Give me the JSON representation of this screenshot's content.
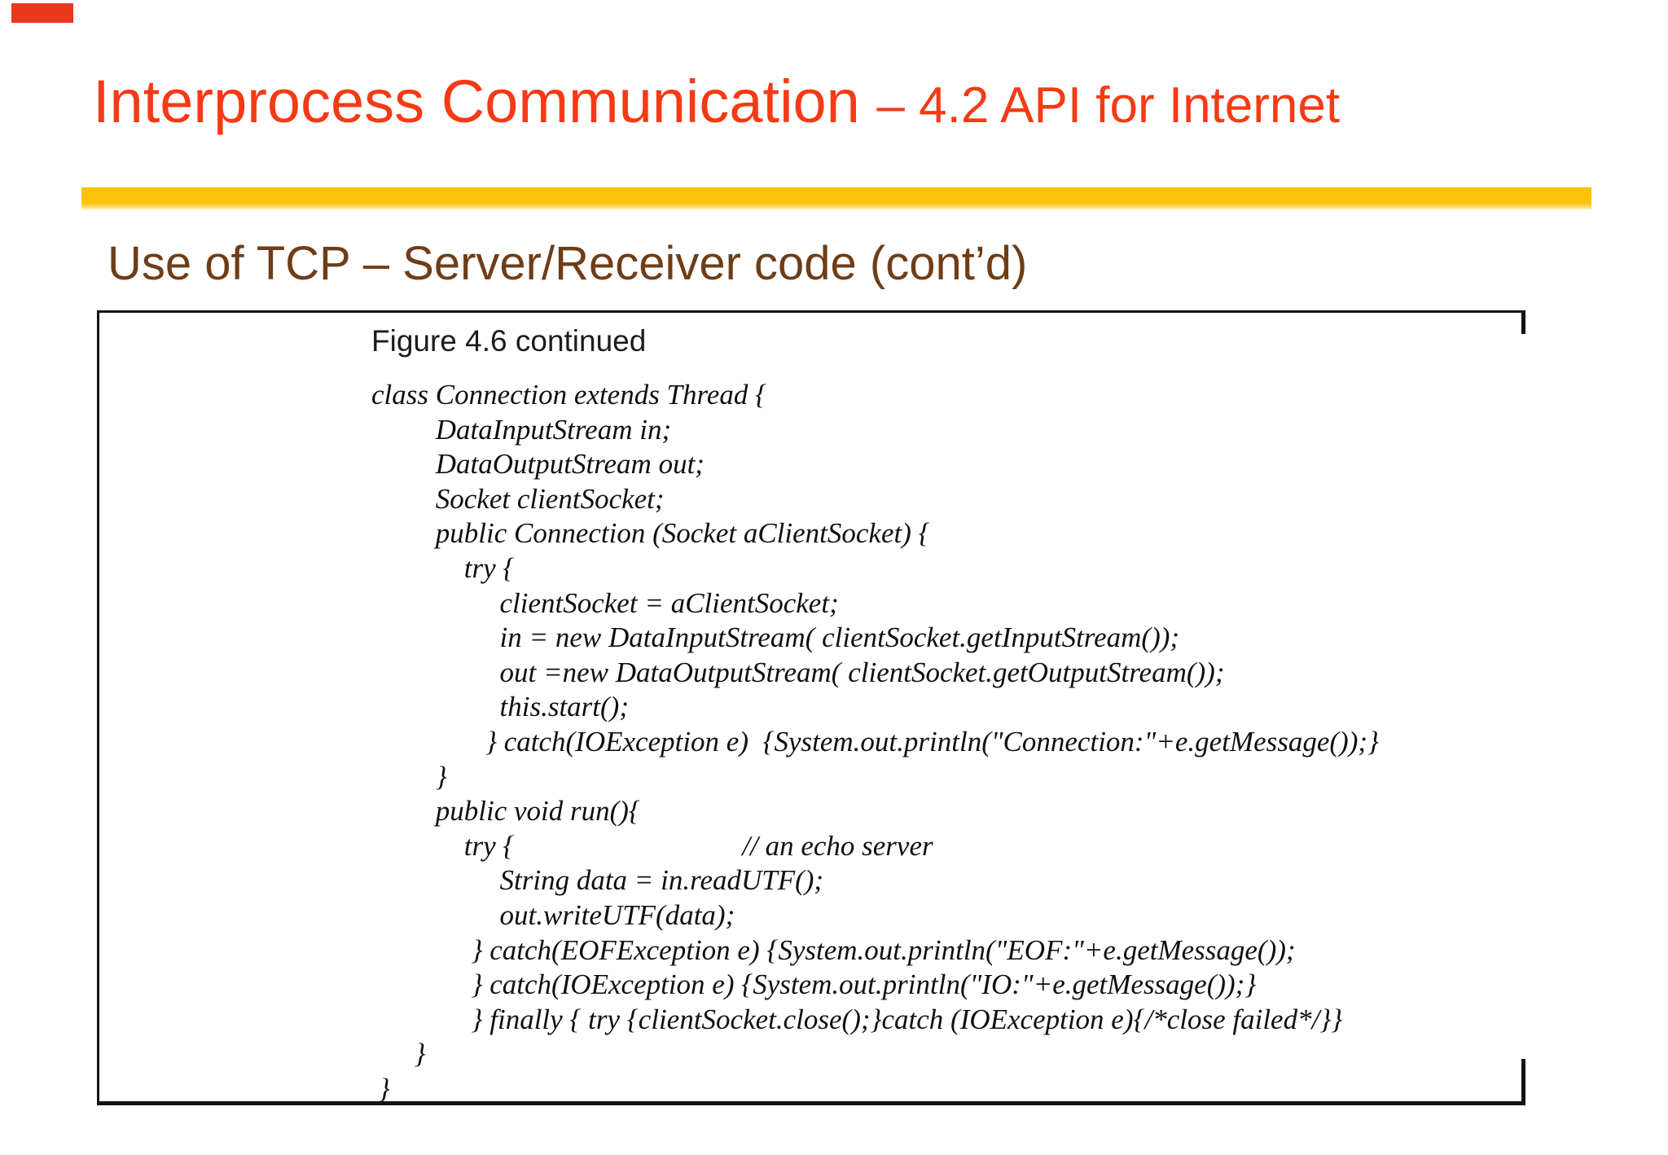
{
  "slide": {
    "title_main": "Interprocess Communication ",
    "title_suffix": "– 4.2 API for Internet",
    "subtitle": "Use of TCP – Server/Receiver code (cont’d)",
    "figure_caption": "Figure 4.6 continued",
    "code_lines": [
      "class Connection extends Thread {",
      "         DataInputStream in;",
      "         DataOutputStream out;",
      "         Socket clientSocket;",
      "         public Connection (Socket aClientSocket) {",
      "             try {",
      "                  clientSocket = aClientSocket;",
      "                  in = new DataInputStream( clientSocket.getInputStream());",
      "                  out =new DataOutputStream( clientSocket.getOutputStream());",
      "                  this.start();",
      "                } catch(IOException e)  {System.out.println(\"Connection:\"+e.getMessage());}",
      "         }",
      "         public void run(){",
      "             try {                                // an echo server",
      "                  String data = in.readUTF();",
      "                  out.writeUTF(data);",
      "              } catch(EOFException e) {System.out.println(\"EOF:\"+e.getMessage());",
      "              } catch(IOException e) {System.out.println(\"IO:\"+e.getMessage());}",
      "              } finally { try {clientSocket.close();}catch (IOException e){/*close failed*/}}",
      "      }",
      " }"
    ],
    "colors": {
      "title": "#f53a15",
      "accent_bar": "#fdc30b",
      "subtitle": "#6e3d17",
      "corner_mark": "#e8391b",
      "box_border": "#141414",
      "code_text": "#101010"
    }
  }
}
